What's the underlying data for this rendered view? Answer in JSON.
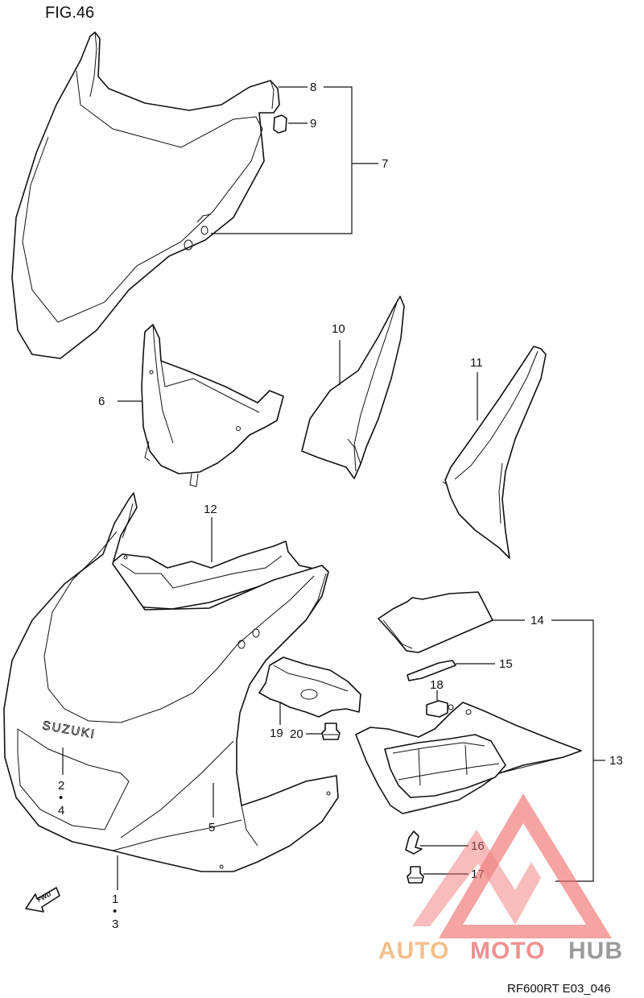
{
  "figure": {
    "title": "FIG.46",
    "code": "RF600RT E03_046"
  },
  "callouts": {
    "c1": "1",
    "c1_dot": "•",
    "c3": "3",
    "c2": "2",
    "c2_dot": "•",
    "c4": "4",
    "c5": "5",
    "c6": "6",
    "c7": "7",
    "c8": "8",
    "c9": "9",
    "c10": "10",
    "c11": "11",
    "c12": "12",
    "c13": "13",
    "c14": "14",
    "c15": "15",
    "c16": "16",
    "c17": "17",
    "c18": "18",
    "c19": "19",
    "c20": "20"
  },
  "brand_mark": "SUZUKI",
  "fwd_mark": "FWD",
  "watermark": {
    "part1": "AUTO",
    "part2": "MOTO",
    "part3": "HUB",
    "colors": {
      "auto": "#f2b47a",
      "moto": "#ef7d7d",
      "hub": "#8a8a8a",
      "logo": "#ef6f6f"
    }
  }
}
